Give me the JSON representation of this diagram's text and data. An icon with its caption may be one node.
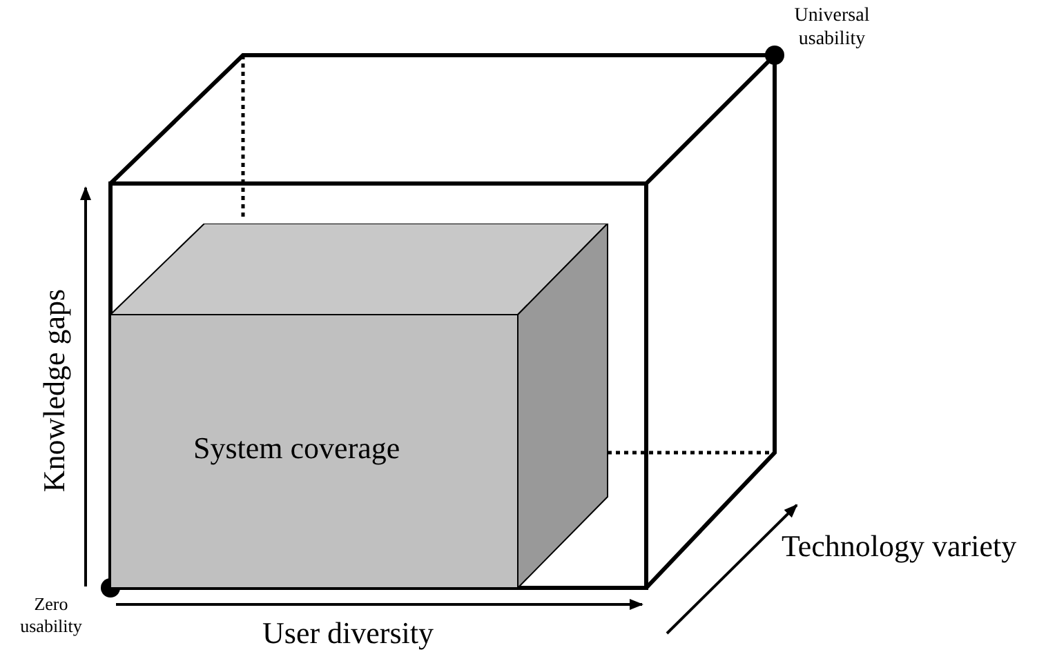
{
  "diagram": {
    "nodes": [
      {
        "text": [
          "System coverage"
        ]
      }
    ],
    "labels": [
      "Universal usability",
      "Knowledge gaps",
      "Technology variety",
      "Zero usability",
      "User diversity"
    ]
  }
}
